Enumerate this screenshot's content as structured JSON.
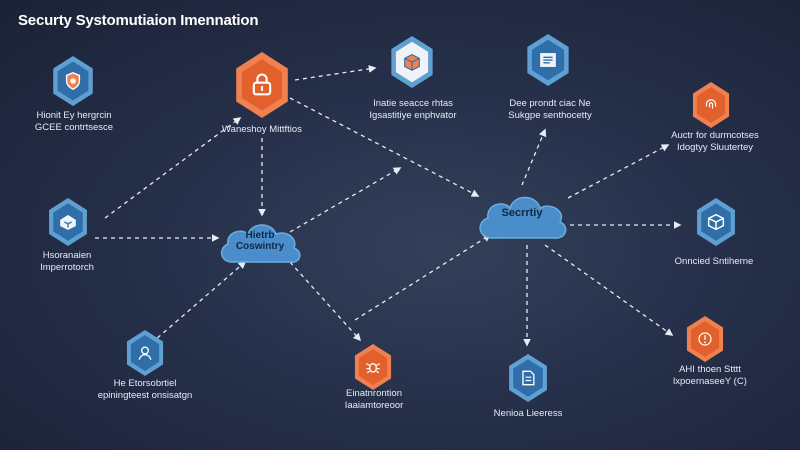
{
  "title": "Securty Systomutiaion Imennation",
  "nodes": {
    "top_left": {
      "line1": "Hionit Ey hergrcin",
      "line2": "GCEE contrtsesce"
    },
    "center_top": {
      "line1": "Waneshoy Mittftios"
    },
    "upper_mid": {
      "line1": "Inatie seacce rhtas",
      "line2": "Igsastitiye enphvator"
    },
    "upper_right": {
      "line1": "Dee prondt ciac Ne",
      "line2": "Sukgpe senthocetty"
    },
    "far_right_top": {
      "line1": "Auctr for durmcotses",
      "line2": "Idogtyy Sluutertey"
    },
    "mid_left": {
      "line1": "Hsoranaien",
      "line2": "Imperrotorch"
    },
    "far_right_mid": {
      "line1": "Onncied Sntiherne"
    },
    "bottom_left": {
      "line1": "He Etorsobrtiel",
      "line2": "epiningteest onsisatgn"
    },
    "bottom_center": {
      "line1": "Einatnrontion",
      "line2": "Iaaiamtoreoor"
    },
    "bottom_mid_right": {
      "line1": "Nenioa Lieeress"
    },
    "bottom_right": {
      "line1": "AHI thoen Stttt",
      "line2": "lxpoernaseeY (C)"
    }
  },
  "clouds": {
    "left": {
      "line1": "Hietrb",
      "line2": "Coswintry"
    },
    "right": {
      "line1": "Secrrtiy"
    }
  },
  "icons": [
    "shield-icon",
    "lock-icon",
    "box-icon",
    "server-icon",
    "fingerprint-icon",
    "network-icon",
    "cube-icon",
    "user-icon",
    "bug-icon",
    "document-icon",
    "alert-icon"
  ],
  "colors": {
    "accent_blue": "#2f6ea8",
    "accent_orange": "#e2602c",
    "cloud": "#4b8ccb",
    "background": "#26304a"
  }
}
